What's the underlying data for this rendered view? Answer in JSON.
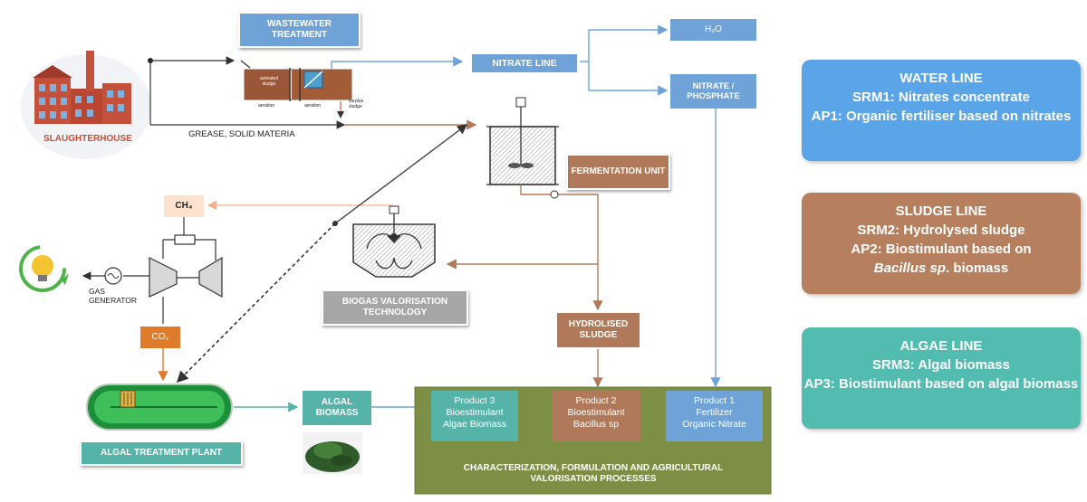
{
  "colors": {
    "blue": "#6fa3d8",
    "brown": "#b07a5a",
    "grey": "#a6a6a6",
    "teal": "#55b3a8",
    "olive": "#7c8f45",
    "orange": "#e07b2a"
  },
  "slaughterhouse": {
    "label": "SLAUGHTERHOUSE"
  },
  "wastewater": {
    "label": "WASTEWATER TREATMENT"
  },
  "grease": {
    "label": "GREASE, SOLID MATERIA"
  },
  "nitrate_line": {
    "label": "NITRATE LINE"
  },
  "h2o": {
    "label": "H₂O"
  },
  "nitrate_phosphate": {
    "label": "NITRATE / PHOSPHATE"
  },
  "fermentation": {
    "label": "FERMENTATION UNIT"
  },
  "ch4": {
    "label": "CH₄"
  },
  "co2": {
    "label": "CO₂"
  },
  "gas_generator": {
    "label": "GAS GENERATOR"
  },
  "biogas": {
    "label": "BIOGAS VALORISATION TECHNOLOGY"
  },
  "hydrolised": {
    "label": "HYDROLISED SLUDGE"
  },
  "algal_plant": {
    "label": "ALGAL TREATMENT PLANT"
  },
  "algal_biomass": {
    "label": "ALGAL BIOMASS"
  },
  "reactor_labels": {
    "activated": "activated sludge",
    "aeration1": "aeration",
    "aeration2": "aeration",
    "surplus": "surplus sludge"
  },
  "products": [
    {
      "name": "Product 3",
      "type": "Bioestimulant",
      "detail": "Algae Biomass"
    },
    {
      "name": "Product 2",
      "type": "Bioestimulant",
      "detail": "Bacillus sp"
    },
    {
      "name": "Product 1",
      "type": "Fertilizer",
      "detail": "Organic Nitrate"
    }
  ],
  "processes": {
    "label": "CHARACTERIZATION, FORMULATION AND AGRICULTURAL VALORISATION PROCESSES"
  },
  "water_line": {
    "title": "WATER LINE",
    "srm": "SRM1: Nitrates concentrate",
    "ap": "AP1: Organic fertiliser based on nitrates"
  },
  "sludge_line": {
    "title": "SLUDGE LINE",
    "srm": "SRM2: Hydrolysed sludge",
    "ap_prefix": "AP2: Biostimulant  based on",
    "ap_italic": "Bacillus sp",
    "ap_suffix": ". biomass"
  },
  "algae_line": {
    "title": "ALGAE LINE",
    "srm": "SRM3: Algal biomass",
    "ap": "AP3: Biostimulant based on algal biomass"
  }
}
